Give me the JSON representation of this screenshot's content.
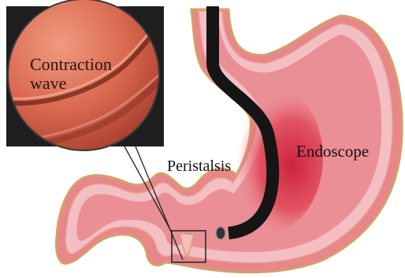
{
  "labels": {
    "contraction_line1": "Contraction",
    "contraction_line2": "wave",
    "peristalsis": "Peristalsis",
    "endoscope": "Endoscope"
  },
  "colors": {
    "stomach_outline": "#d4a066",
    "stomach_fill": "#e8868c",
    "mucosa": "#f4bfc2",
    "lumen_red": "#d8243a",
    "endoscope": "#151515",
    "magnifier_frame": "#1e1e1e",
    "magnifier_tissue": "#d96a52"
  }
}
